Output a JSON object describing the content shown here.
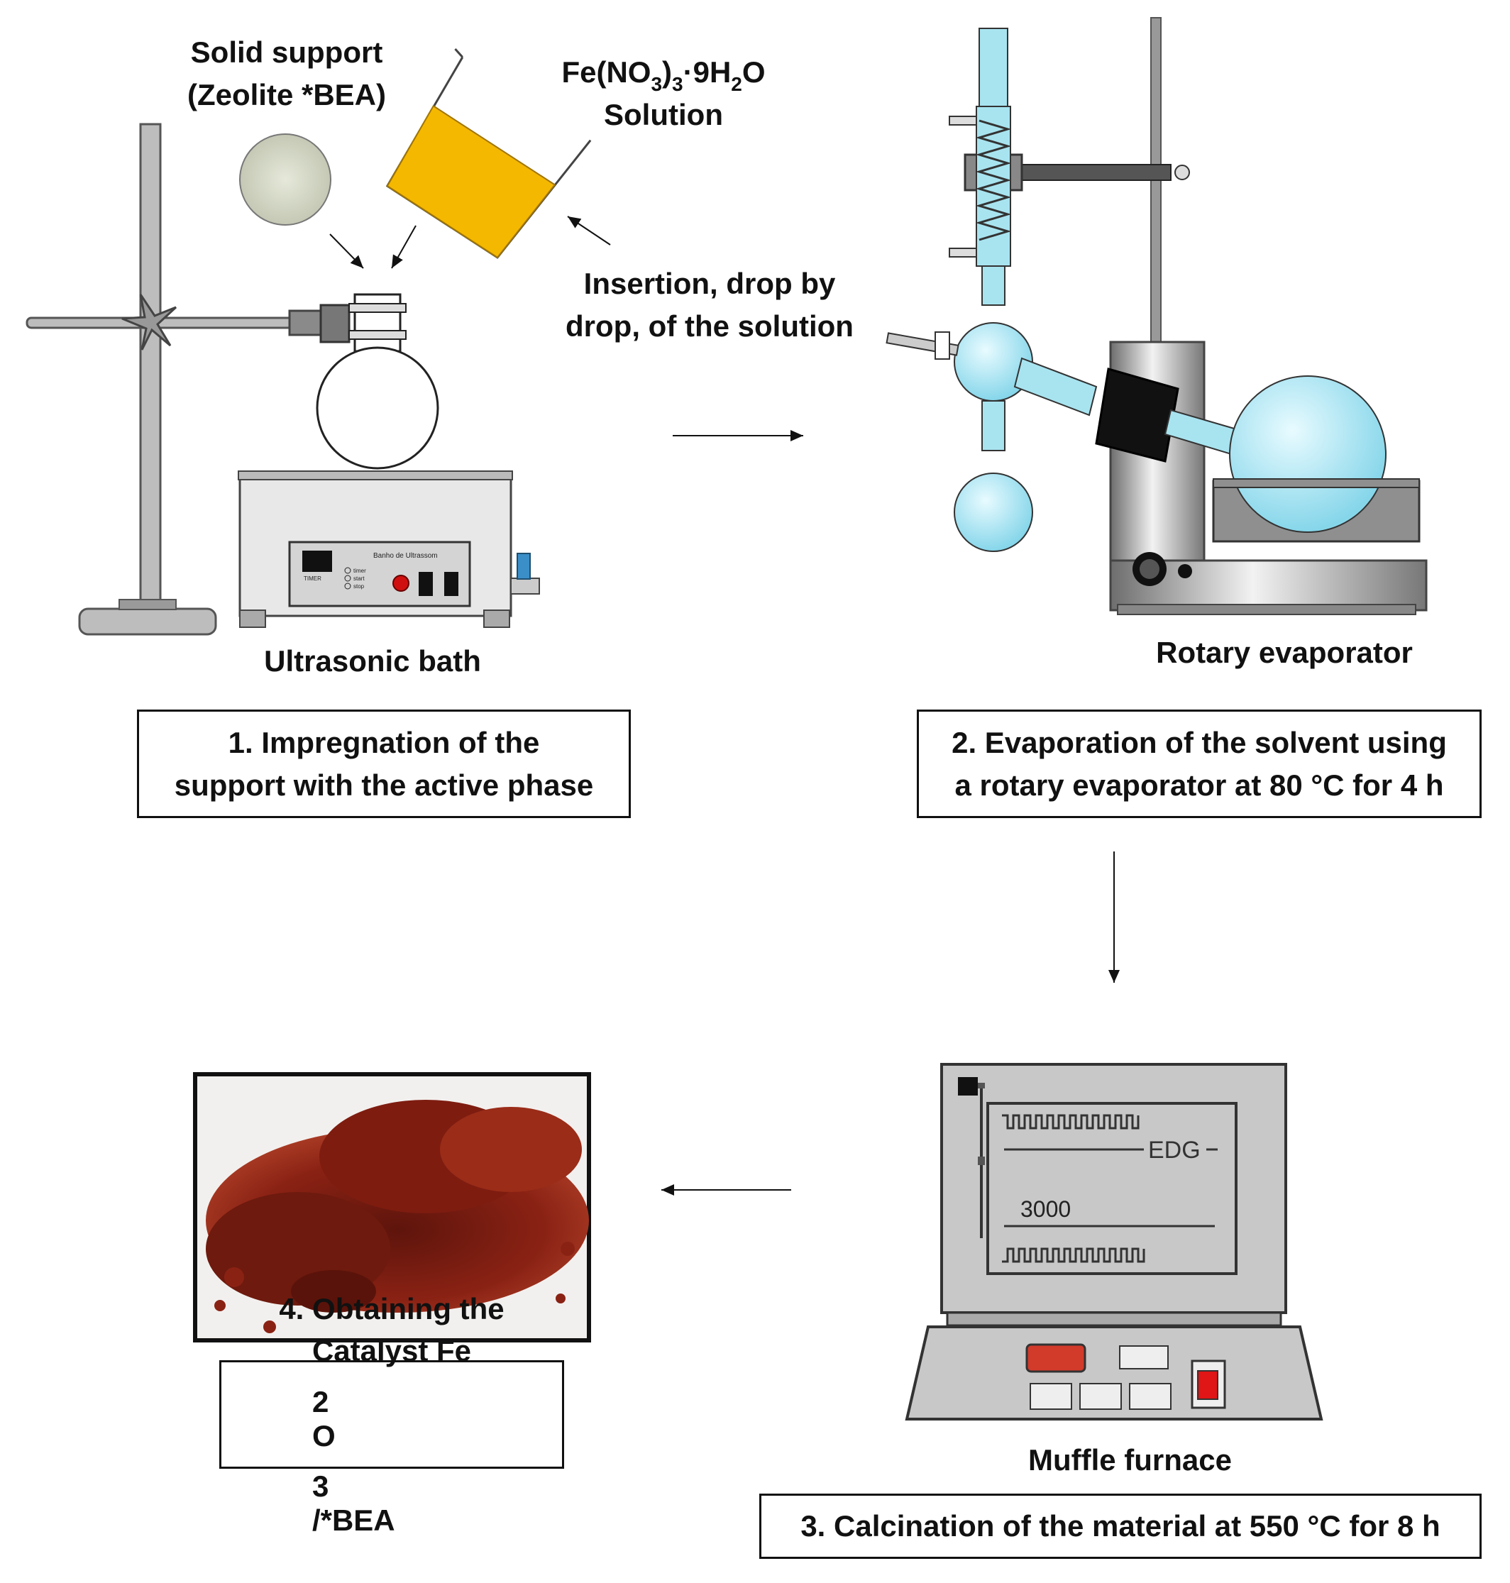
{
  "labels": {
    "solid_support_line1": "Solid support",
    "solid_support_line2": "(Zeolite *BEA)",
    "solution": {
      "p1": "Fe(NO",
      "s1": "3",
      "p2": ")",
      "s2": "3",
      "p3": "·9H",
      "s3": "2",
      "p4": "O",
      "line2": "Solution"
    },
    "insertion_line1": "Insertion, drop by",
    "insertion_line2": "drop, of the solution",
    "ultrasonic_bath": "Ultrasonic bath",
    "rotary_evaporator": "Rotary evaporator",
    "muffle_furnace": "Muffle furnace"
  },
  "steps": {
    "step1": {
      "line1": "1. Impregnation of the",
      "line2": "support with the active phase"
    },
    "step2": {
      "line1": "2. Evaporation of the solvent using",
      "line2": "a rotary evaporator at 80 °C for 4 h"
    },
    "step3": {
      "line1": "3. Calcination of the material at 550 °C for 8 h"
    },
    "step4": {
      "line1": "4. Obtaining the",
      "l2_a": "Catalyst Fe",
      "l2_s1": "2",
      "l2_b": "O",
      "l2_s2": "3",
      "l2_c": "/*BEA"
    }
  },
  "equipment_text": {
    "bath_panel": "Banho de Ultrassom",
    "bath_timer": "TIMER",
    "bath_buttons": [
      "timer",
      "start",
      "stop"
    ],
    "furnace_brand": "EDG",
    "furnace_model": "3000"
  },
  "colors": {
    "solution": "#f5b800",
    "glass": "#a8e4f0",
    "powder_catalyst": "#7a1a10",
    "zeolite_powder": "#d8dccb",
    "equipment_gray": "#c8c8c8"
  }
}
